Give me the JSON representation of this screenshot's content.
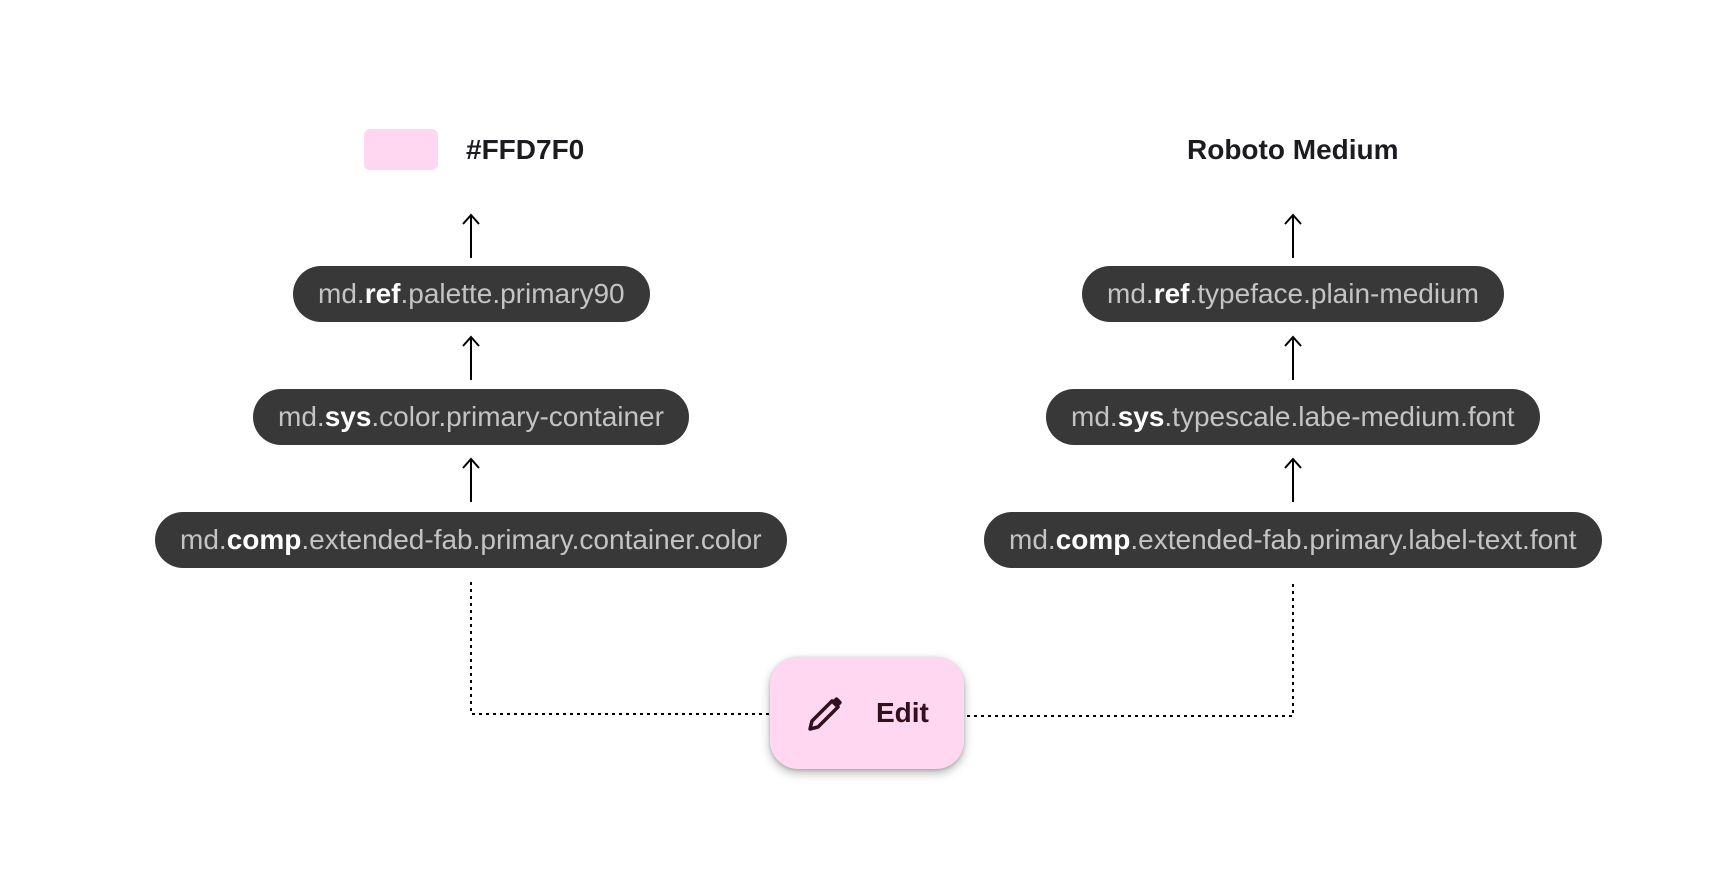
{
  "colors": {
    "pill_bg": "#383838",
    "pill_text": "#c4c4c4",
    "pill_highlight": "#ffffff",
    "swatch": "#FFD7F0",
    "fab_bg": "#FFD7F0",
    "fab_text": "#31111D"
  },
  "left_column": {
    "value_text": "#FFD7F0",
    "tokens": [
      {
        "prefix": "md.",
        "tier": "ref",
        "suffix": ".palette.primary90"
      },
      {
        "prefix": "md.",
        "tier": "sys",
        "suffix": ".color.primary-container"
      },
      {
        "prefix": "md.",
        "tier": "comp",
        "suffix": ".extended-fab.primary.container.color"
      }
    ]
  },
  "right_column": {
    "value_text": "Roboto Medium",
    "tokens": [
      {
        "prefix": "md.",
        "tier": "ref",
        "suffix": ".typeface.plain-medium"
      },
      {
        "prefix": "md.",
        "tier": "sys",
        "suffix": ".typescale.labe-medium.font"
      },
      {
        "prefix": "md.",
        "tier": "comp",
        "suffix": ".extended-fab.primary.label-text.font"
      }
    ]
  },
  "fab": {
    "label": "Edit",
    "icon": "pencil-icon"
  }
}
